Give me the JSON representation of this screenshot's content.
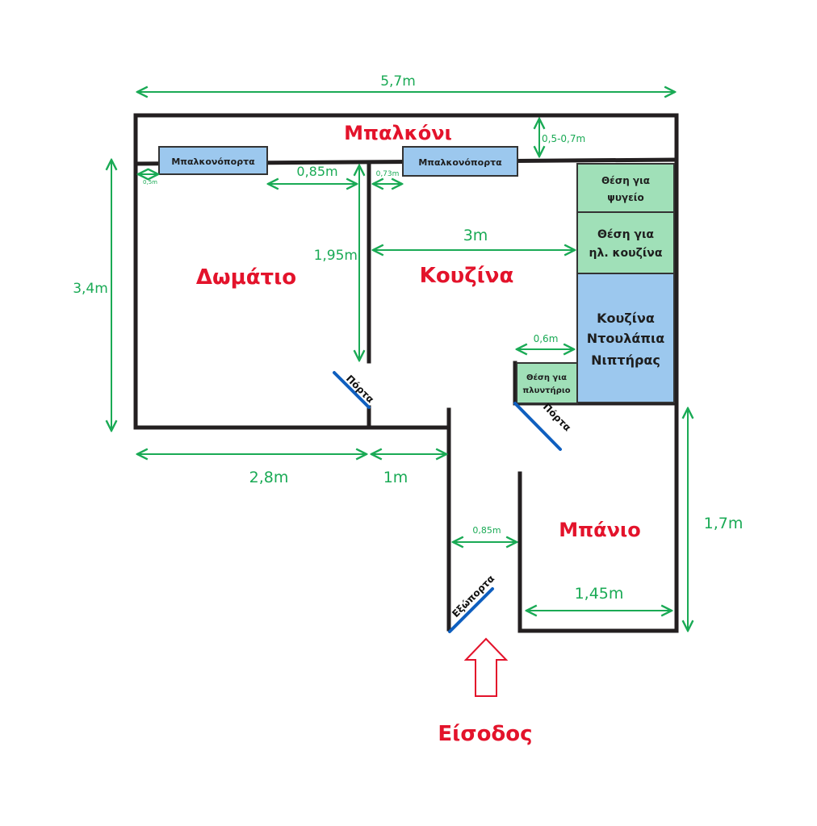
{
  "colors": {
    "wall": "#231f20",
    "dimension": "#1aaa55",
    "room_label": "#e3132b",
    "blue_box": "#9cc8ee",
    "green_box": "#a0e0b8",
    "door": "#0f5fbf"
  },
  "rooms": {
    "balcony": "Μπαλκόνι",
    "bedroom": "Δωμάτιο",
    "kitchen": "Κουζίνα",
    "bathroom": "Μπάνιο",
    "entrance": "Είσοδος"
  },
  "fixtures": {
    "balcony_door_left": "Μπαλκονόπορτα",
    "balcony_door_right": "Μπαλκονόπορτα",
    "fridge": [
      "Θέση για",
      "ψυγείο"
    ],
    "stove": [
      "Θέση για",
      "ηλ. κουζίνα"
    ],
    "cabinets": [
      "Κουζίνα",
      "Ντουλάπια",
      "Νιπτήρας"
    ],
    "washer": [
      "Θέση για",
      "πλυντήριο"
    ]
  },
  "doors": {
    "bedroom_door": "Πόρτα",
    "bathroom_door": "Πόρτα",
    "front_door": "Εξώπορτα"
  },
  "dimensions": {
    "total_width": "5,7m",
    "balcony_depth": "0,5-0,7m",
    "left_wall_offset": "0,5m",
    "bedroom_door_gap": "0,85m",
    "kitchen_door_offset": "0,73m",
    "partition_length": "1,95m",
    "kitchen_width": "3m",
    "total_height": "3,4m",
    "washer_offset": "0,6m",
    "bedroom_width": "2,8m",
    "hall_width": "1m",
    "corridor_width": "0,85m",
    "bathroom_height": "1,7m",
    "bathroom_width": "1,45m"
  }
}
